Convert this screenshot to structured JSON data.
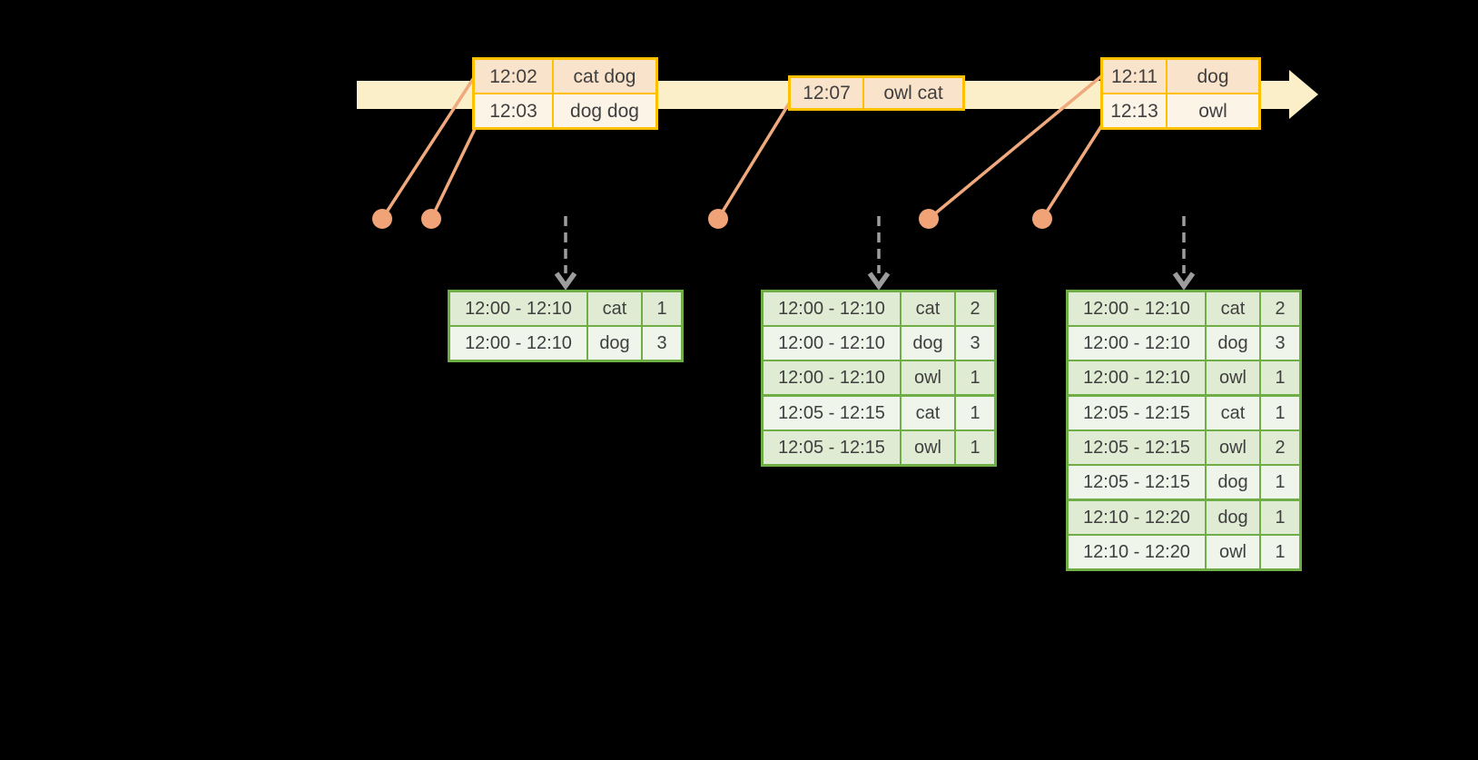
{
  "colors": {
    "background": "#000000",
    "timeline_band": "#FBEFC9",
    "event_border": "#FFC000",
    "event_row_fill": "#FAE3CB",
    "event_row_alt_fill": "#FDF4E8",
    "connector": "#F0A97C",
    "dot": "#EFA376",
    "trigger_arrow": "#9D9D9D",
    "result_border": "#6FAD47",
    "result_row_fill": "#DFEBD3",
    "result_row_alt_fill": "#EFF5EB",
    "text": "#3F3F3F"
  },
  "event_tables": [
    {
      "name": "events-12-02",
      "rows": [
        {
          "time": "12:02",
          "words": "cat dog"
        },
        {
          "time": "12:03",
          "words": "dog dog"
        }
      ]
    },
    {
      "name": "events-12-07",
      "rows": [
        {
          "time": "12:07",
          "words": "owl cat"
        }
      ]
    },
    {
      "name": "events-12-11",
      "rows": [
        {
          "time": "12:11",
          "words": "dog"
        },
        {
          "time": "12:13",
          "words": "owl"
        }
      ]
    }
  ],
  "result_tables": [
    {
      "name": "result-table-1",
      "group_breaks": [],
      "rows": [
        {
          "window": "12:00 - 12:10",
          "word": "cat",
          "count": "1"
        },
        {
          "window": "12:00 - 12:10",
          "word": "dog",
          "count": "3"
        }
      ]
    },
    {
      "name": "result-table-2",
      "group_breaks": [
        3
      ],
      "rows": [
        {
          "window": "12:00 - 12:10",
          "word": "cat",
          "count": "2"
        },
        {
          "window": "12:00 - 12:10",
          "word": "dog",
          "count": "3"
        },
        {
          "window": "12:00 - 12:10",
          "word": "owl",
          "count": "1"
        },
        {
          "window": "12:05 - 12:15",
          "word": "cat",
          "count": "1"
        },
        {
          "window": "12:05 - 12:15",
          "word": "owl",
          "count": "1"
        }
      ]
    },
    {
      "name": "result-table-3",
      "group_breaks": [
        3,
        6
      ],
      "rows": [
        {
          "window": "12:00 - 12:10",
          "word": "cat",
          "count": "2"
        },
        {
          "window": "12:00 - 12:10",
          "word": "dog",
          "count": "3"
        },
        {
          "window": "12:00 - 12:10",
          "word": "owl",
          "count": "1"
        },
        {
          "window": "12:05 - 12:15",
          "word": "cat",
          "count": "1"
        },
        {
          "window": "12:05 - 12:15",
          "word": "owl",
          "count": "2"
        },
        {
          "window": "12:05 - 12:15",
          "word": "dog",
          "count": "1"
        },
        {
          "window": "12:10 - 12:20",
          "word": "dog",
          "count": "1"
        },
        {
          "window": "12:10 - 12:20",
          "word": "owl",
          "count": "1"
        }
      ]
    }
  ]
}
